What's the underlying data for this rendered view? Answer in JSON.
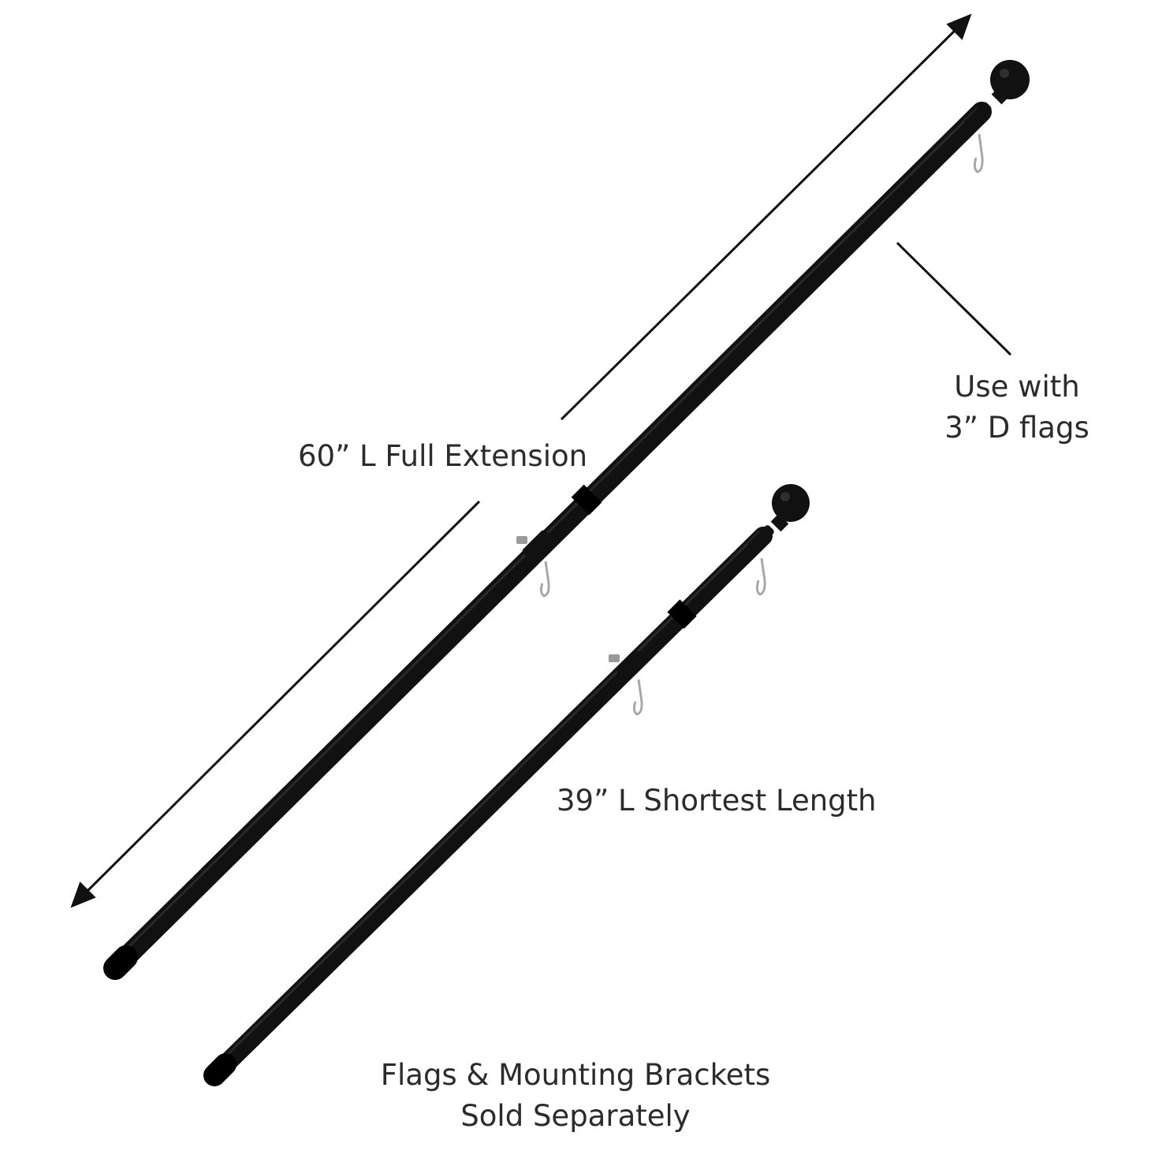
{
  "labels": {
    "full_extension": "60” L Full Extension",
    "shortest_length": "39” L Shortest Length",
    "use_with_line1": "Use with",
    "use_with_line2": "3” D flags",
    "sold_line1": "Flags & Mounting Brackets",
    "sold_line2": "Sold Separately"
  },
  "colors": {
    "pole": "#111111",
    "text": "#2b2b2b",
    "background": "#ffffff",
    "clip": "#a8a8a8"
  }
}
